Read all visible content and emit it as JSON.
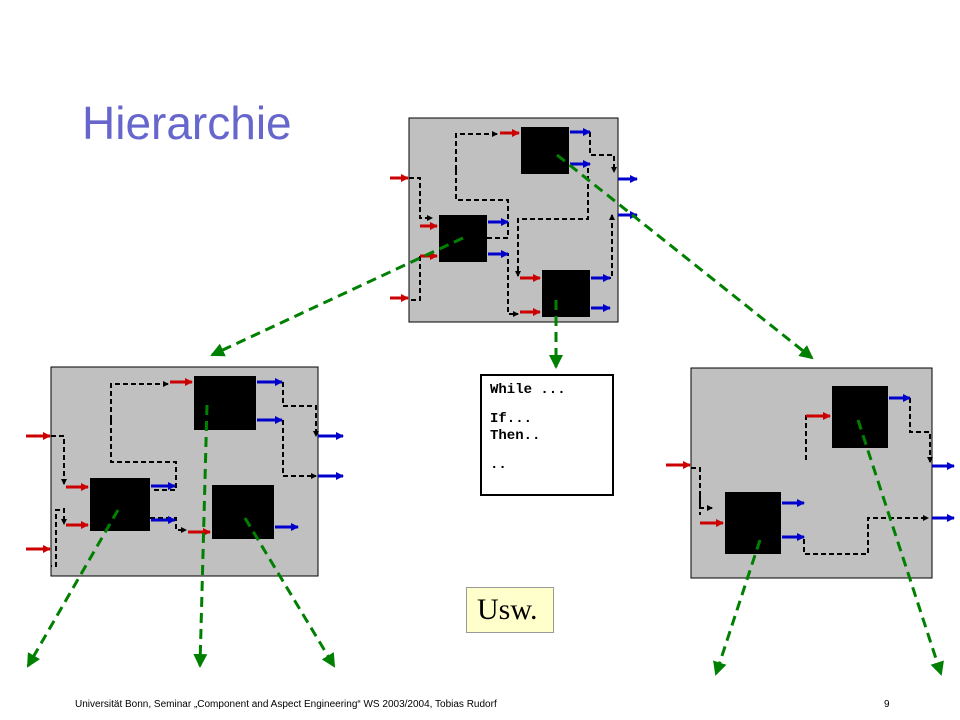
{
  "slide": {
    "title": "Hierarchie",
    "code_lines": [
      "While ...",
      "If...",
      "Then..",
      ".."
    ],
    "usw_label": "Usw.",
    "footer": "Universität Bonn, Seminar „Component and Aspect Engineering“ WS 2003/2004, Tobias Rudorf",
    "page_number": "9"
  },
  "colors": {
    "title": "#6666cc",
    "input_arrow": "#cc0000",
    "output_arrow": "#0000cc",
    "hierarchy_arrow": "#008000",
    "module_background": "#c0c0c0",
    "component": "#000000",
    "usw_background": "#ffffcc"
  }
}
